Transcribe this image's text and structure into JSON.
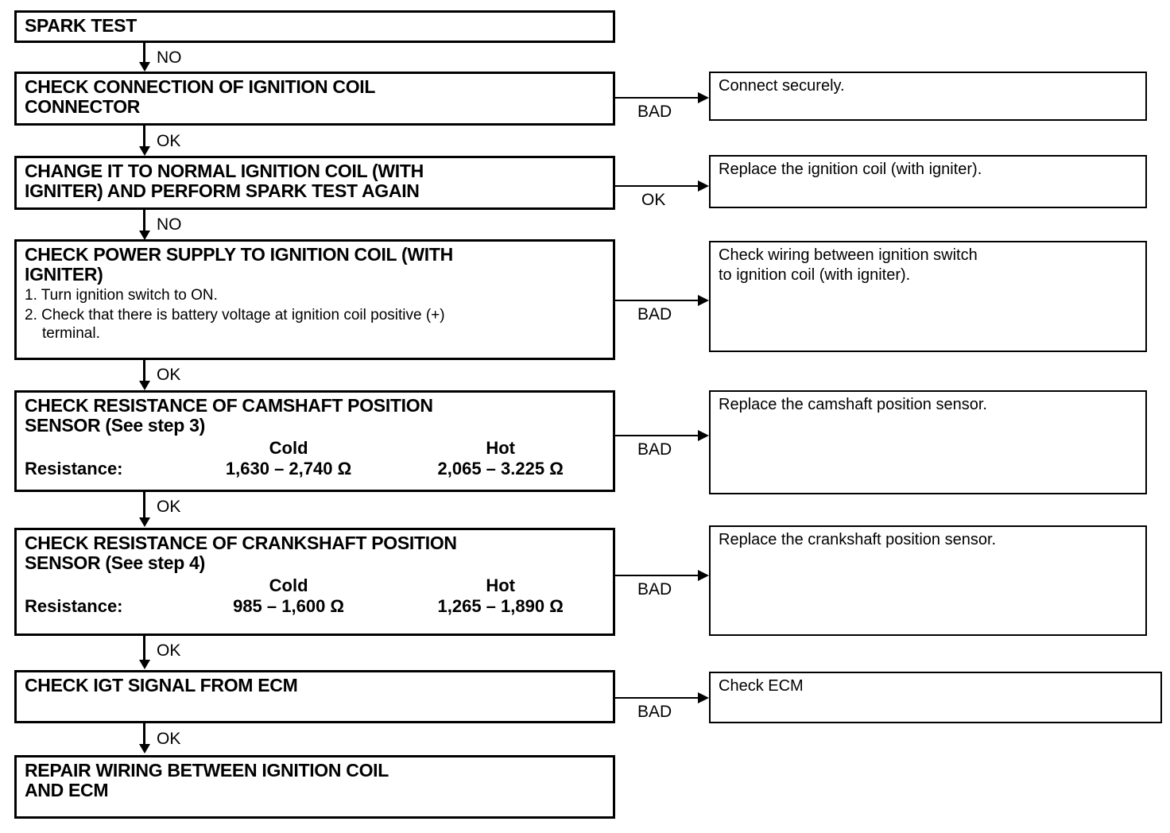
{
  "diagram": {
    "type": "troubleshooting-flowchart",
    "title": "Spark Test Troubleshooting",
    "colors": {
      "line": "#000000",
      "background": "#ffffff",
      "text": "#000000"
    },
    "steps": [
      {
        "id": "spark-test",
        "title": "SPARK TEST"
      },
      {
        "id": "check-connection",
        "title": "CHECK CONNECTION OF IGNITION COIL\nCONNECTOR"
      },
      {
        "id": "change-coil",
        "title": "CHANGE IT TO NORMAL IGNITION COIL (WITH\nIGNITER) AND PERFORM SPARK TEST AGAIN"
      },
      {
        "id": "check-power-supply",
        "title": "CHECK POWER SUPPLY TO IGNITION COIL (WITH\nIGNITER)",
        "substeps": [
          "1. Turn ignition switch to ON.",
          "2. Check that there is battery voltage at ignition coil positive (+)\n     terminal."
        ]
      },
      {
        "id": "check-camshaft-resistance",
        "title": "CHECK RESISTANCE OF CAMSHAFT POSITION\nSENSOR (See step 3)",
        "measurement": {
          "row_label": "Resistance:",
          "columns": [
            "Cold",
            "Hot"
          ],
          "values": [
            "1,630 – 2,740 Ω",
            "2,065 – 3.225 Ω"
          ]
        }
      },
      {
        "id": "check-crankshaft-resistance",
        "title": "CHECK RESISTANCE OF CRANKSHAFT POSITION\nSENSOR (See step 4)",
        "measurement": {
          "row_label": "Resistance:",
          "columns": [
            "Cold",
            "Hot"
          ],
          "values": [
            "985 – 1,600 Ω",
            "1,265 – 1,890 Ω"
          ]
        }
      },
      {
        "id": "check-igt-signal",
        "title": "CHECK IGT SIGNAL FROM ECM"
      },
      {
        "id": "repair-wiring",
        "title": "REPAIR WIRING BETWEEN IGNITION COIL\nAND ECM"
      }
    ],
    "results": [
      {
        "id": "connect-securely",
        "text": "Connect securely."
      },
      {
        "id": "replace-ignition-coil",
        "text": "Replace the ignition coil (with igniter)."
      },
      {
        "id": "check-wiring-switch-coil",
        "text": "Check wiring between ignition switch\nto ignition coil (with igniter)."
      },
      {
        "id": "replace-camshaft-sensor",
        "text": "Replace the camshaft position sensor."
      },
      {
        "id": "replace-crankshaft-sensor",
        "text": "Replace the crankshaft position sensor."
      },
      {
        "id": "check-ecm",
        "text": "Check ECM"
      }
    ],
    "vertical_edges": [
      {
        "id": "spark-to-connection",
        "label": "NO"
      },
      {
        "id": "connection-to-change",
        "label": "OK"
      },
      {
        "id": "change-to-power",
        "label": "NO"
      },
      {
        "id": "power-to-camshaft",
        "label": "OK"
      },
      {
        "id": "camshaft-to-crankshaft",
        "label": "OK"
      },
      {
        "id": "crankshaft-to-igt",
        "label": "OK"
      },
      {
        "id": "igt-to-repair",
        "label": "OK"
      }
    ],
    "branch_edges": [
      {
        "id": "connection-bad",
        "label": "BAD"
      },
      {
        "id": "change-ok",
        "label": "OK"
      },
      {
        "id": "power-bad",
        "label": "BAD"
      },
      {
        "id": "camshaft-bad",
        "label": "BAD"
      },
      {
        "id": "crankshaft-bad",
        "label": "BAD"
      },
      {
        "id": "igt-bad",
        "label": "BAD"
      }
    ]
  }
}
